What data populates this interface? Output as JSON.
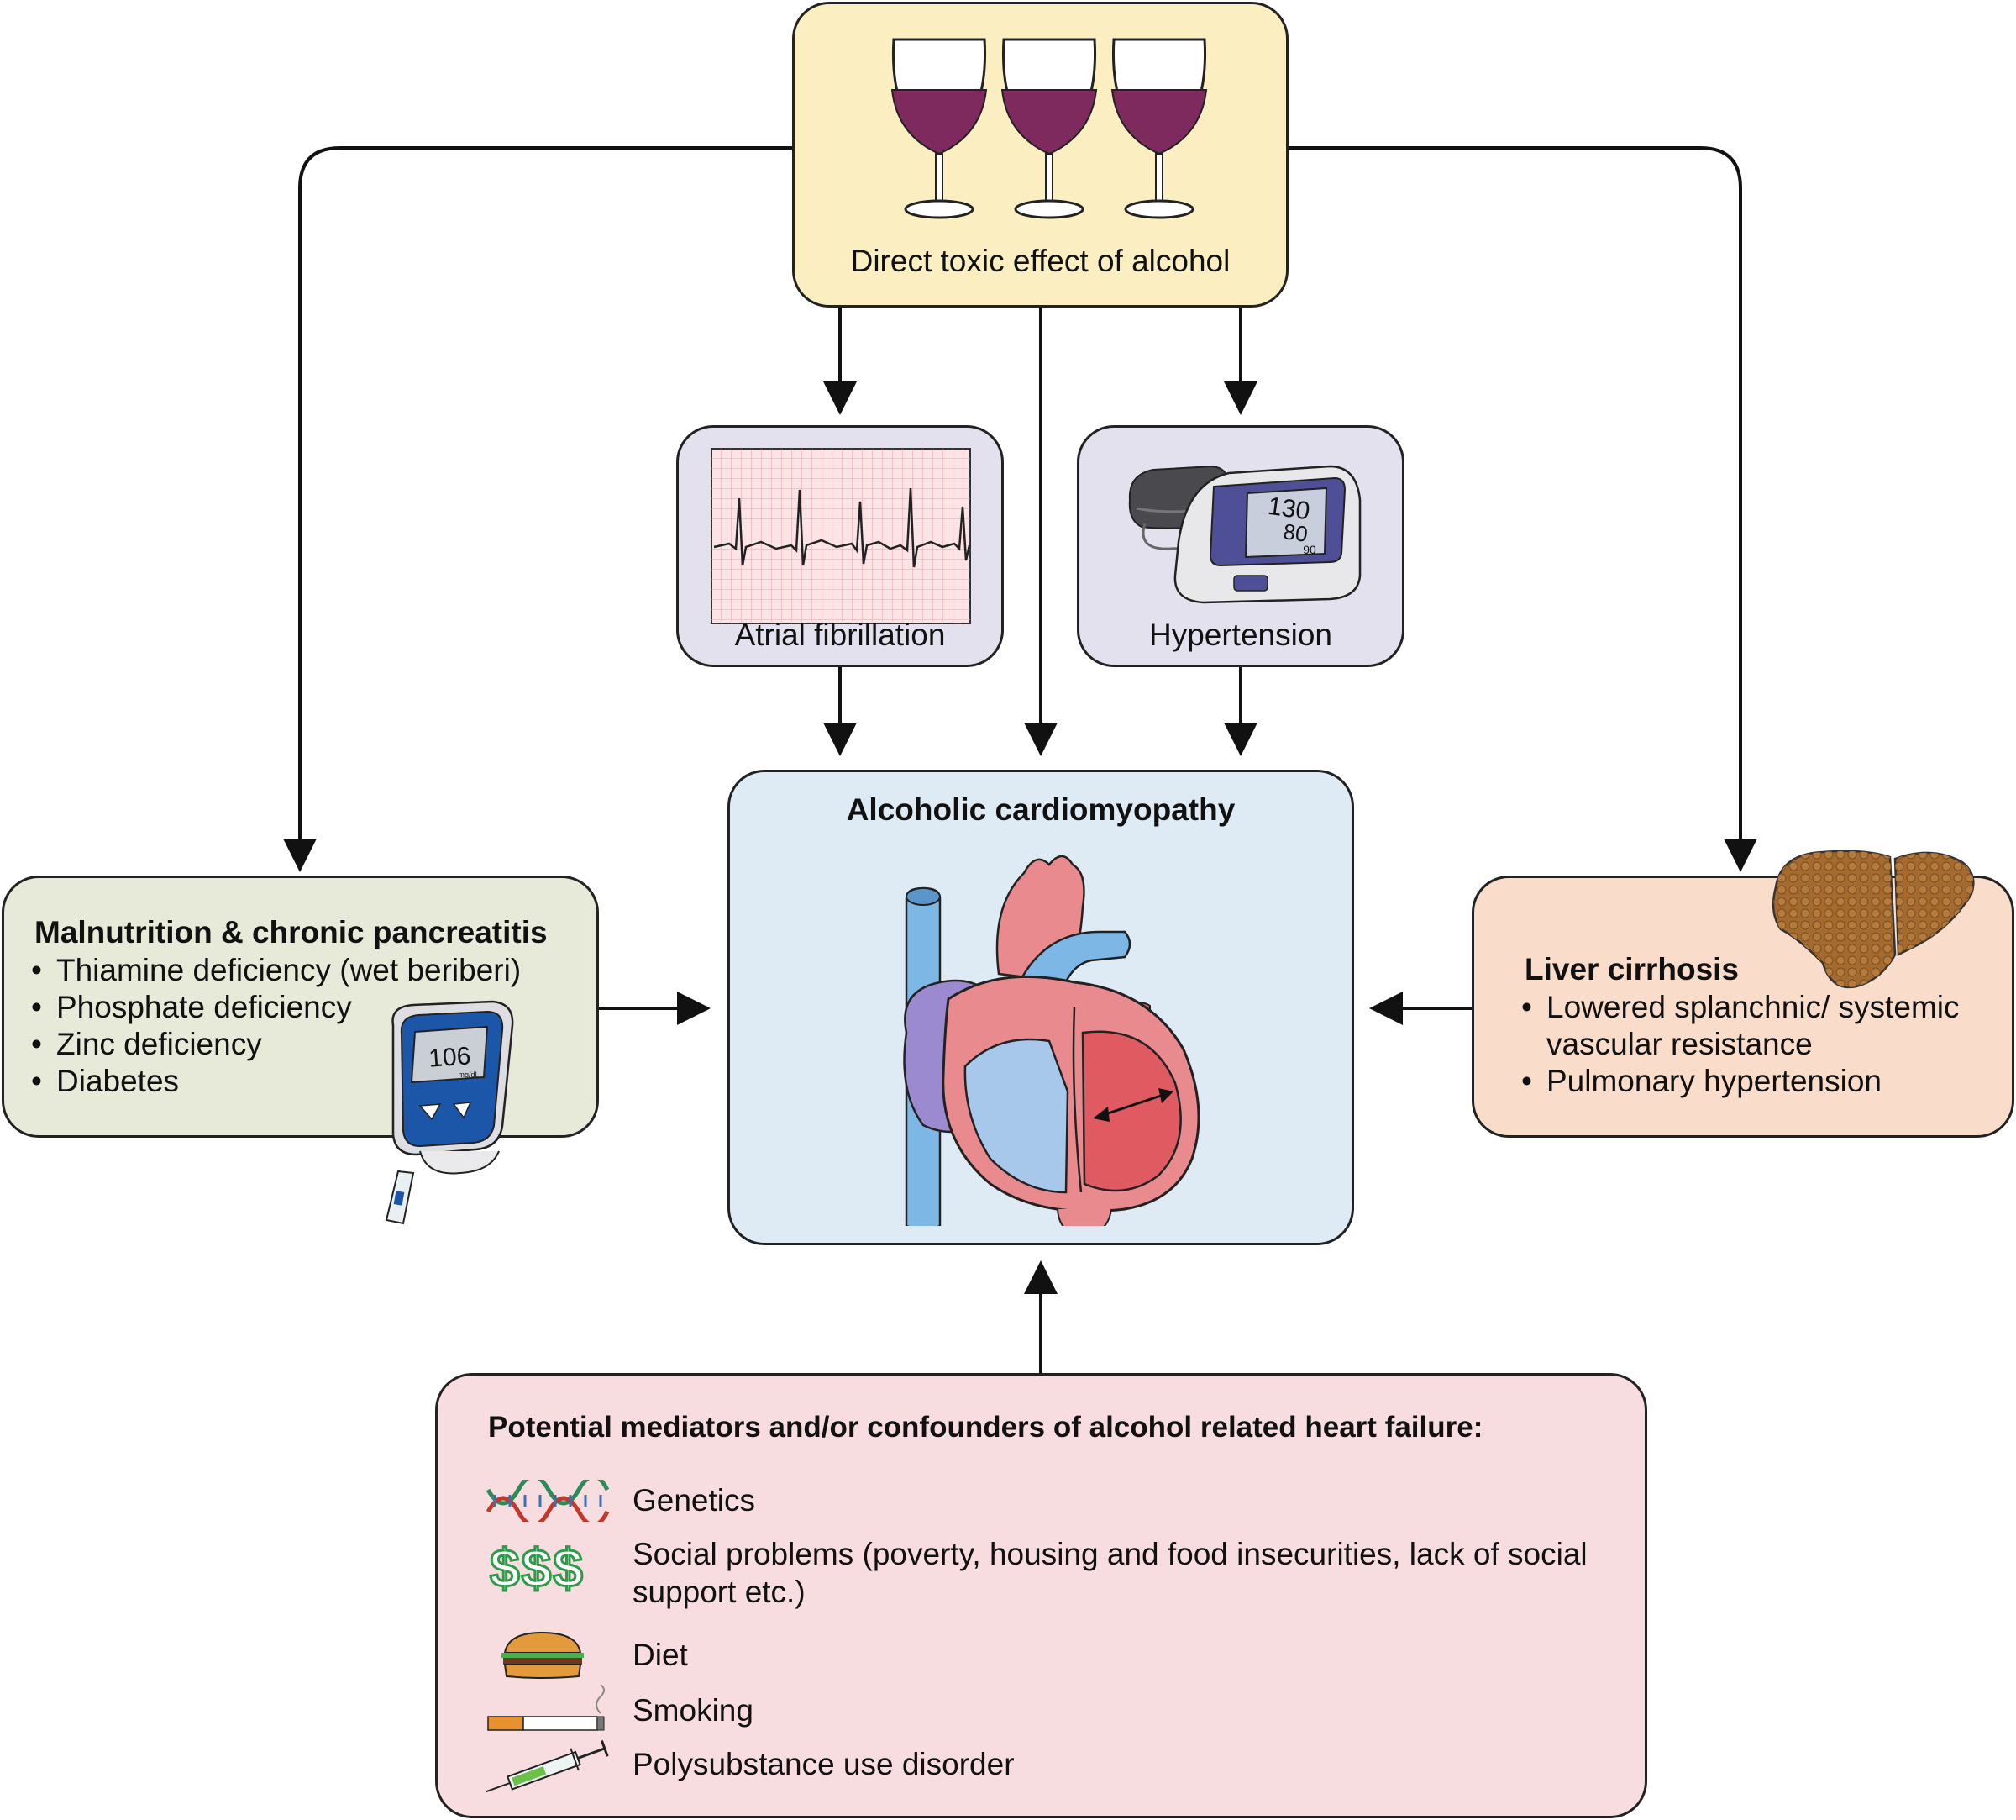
{
  "top": {
    "label": "Direct toxic effect of alcohol",
    "icons": [
      "wine-glass-icon",
      "wine-glass-icon",
      "wine-glass-icon"
    ]
  },
  "afib": {
    "label": "Atrial fibrillation",
    "icon": "ecg-strip-icon"
  },
  "htn": {
    "label": "Hypertension",
    "icon": "blood-pressure-monitor-icon",
    "monitor_values": [
      "130",
      "80",
      "90"
    ]
  },
  "center": {
    "title": "Alcoholic cardiomyopathy",
    "icon": "heart-cross-section-icon"
  },
  "left": {
    "title": "Malnutrition & chronic pancreatitis",
    "items": [
      "Thiamine deficiency (wet beriberi)",
      "Phosphate deficiency",
      "Zinc deficiency",
      "Diabetes"
    ],
    "icon": "glucose-meter-icon",
    "meter_value": "106",
    "meter_unit": "mg/dL"
  },
  "right": {
    "title": "Liver cirrhosis",
    "items": [
      "Lowered splanchnic/ systemic vascular resistance",
      "Pulmonary hypertension"
    ],
    "icon": "cirrhotic-liver-icon"
  },
  "bottom": {
    "title": "Potential mediators and/or confounders of alcohol related heart failure:",
    "items": [
      {
        "icon": "dna-icon",
        "text": "Genetics"
      },
      {
        "icon": "dollar-icon",
        "text": "Social problems (poverty, housing and food insecurities, lack of social support etc.)"
      },
      {
        "icon": "burger-icon",
        "text": "Diet"
      },
      {
        "icon": "cigarette-icon",
        "text": "Smoking"
      },
      {
        "icon": "syringe-icon",
        "text": "Polysubstance use disorder"
      }
    ]
  },
  "colors": {
    "top_box": "#fbeec0",
    "side_small_box": "#e3e1ee",
    "center_box": "#deebf5",
    "left_box": "#e7ead9",
    "right_box": "#f9dcc9",
    "bottom_box": "#f8dde0",
    "wine": "#7e2a5e",
    "heart_red": "#e05a62",
    "heart_blue": "#7db7e6"
  }
}
